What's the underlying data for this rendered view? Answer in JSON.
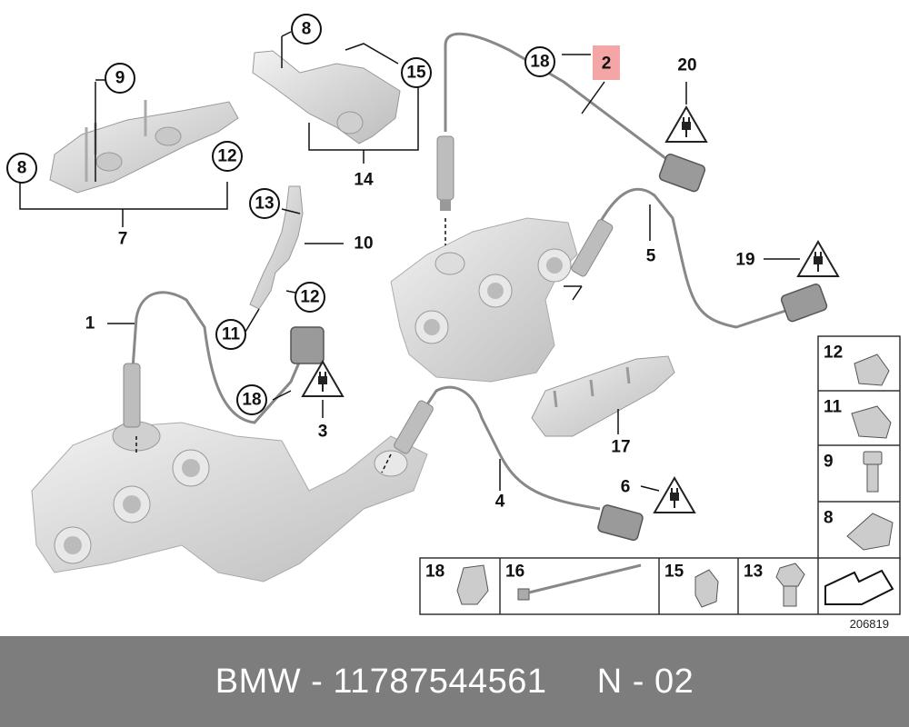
{
  "diagram_number": "206819",
  "footer": {
    "text": "BMW - 11787544561     N - 02"
  },
  "callouts": {
    "c1": "1",
    "c2": "2",
    "c3": "3",
    "c4": "4",
    "c5": "5",
    "c6": "6",
    "c7": "7",
    "c8a": "8",
    "c8b": "8",
    "c9": "9",
    "c10": "10",
    "c11": "11",
    "c12a": "12",
    "c12b": "12",
    "c13": "13",
    "c14": "14",
    "c15": "15",
    "c17": "17",
    "c18a": "18",
    "c18b": "18",
    "c19": "19",
    "c20": "20"
  },
  "legend_right": [
    "12",
    "11",
    "9",
    "8"
  ],
  "legend_bottom": [
    "18",
    "16",
    "15",
    "13"
  ],
  "highlight_color": "#f4a6a6",
  "part_color": "#d9d9d9"
}
